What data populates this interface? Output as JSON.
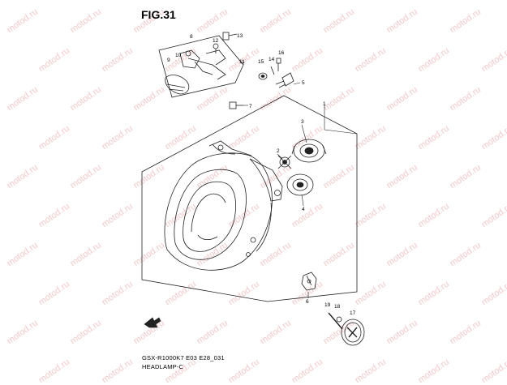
{
  "figure": {
    "title": "FIG.31",
    "code": "GSX-R1000K7 E03 E28_031",
    "name": "HEADLAMP-C"
  },
  "watermark": "motod.ru",
  "callouts": [
    {
      "id": "c-1",
      "text": "1"
    },
    {
      "id": "c-3",
      "text": "3"
    },
    {
      "id": "c-2",
      "text": "2"
    },
    {
      "id": "c-4",
      "text": "4"
    },
    {
      "id": "c-5",
      "text": "5"
    },
    {
      "id": "c-6",
      "text": "6"
    },
    {
      "id": "c-7",
      "text": "7"
    },
    {
      "id": "c-8",
      "text": "8"
    },
    {
      "id": "c-9",
      "text": "9"
    },
    {
      "id": "c-10",
      "text": "10"
    },
    {
      "id": "c-11",
      "text": "11"
    },
    {
      "id": "c-12",
      "text": "12"
    },
    {
      "id": "c-13",
      "text": "13"
    },
    {
      "id": "c-14",
      "text": "14"
    },
    {
      "id": "c-15",
      "text": "15"
    },
    {
      "id": "c-16",
      "text": "16"
    },
    {
      "id": "c-17",
      "text": "17"
    },
    {
      "id": "c-18",
      "text": "18"
    },
    {
      "id": "c-19",
      "text": "19"
    }
  ],
  "colors": {
    "line": "#222222",
    "watermark": "#f2c9c9"
  }
}
